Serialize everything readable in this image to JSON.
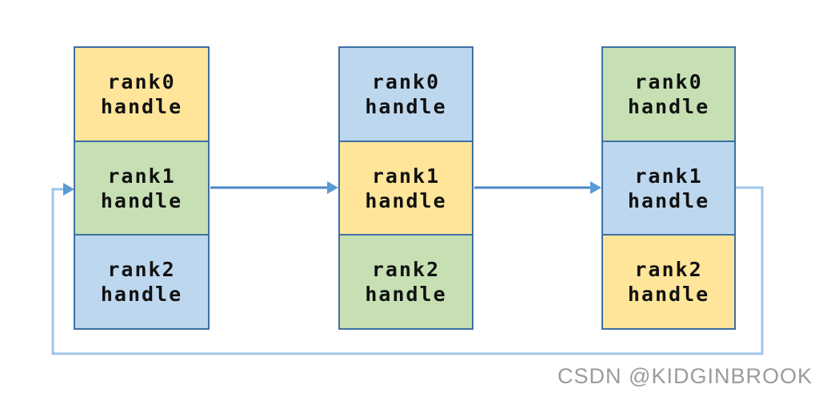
{
  "diagram": {
    "description": "ring-of-node-handle-tables",
    "border_color": "#3e6fa3",
    "connector_color": "#4a86c6",
    "loop_color": "#9fc5e8",
    "arrowhead_color": "#5b9bd5",
    "palette": {
      "yellow": "#ffe599",
      "green": "#c6e0b4",
      "blue": "#bdd7ee"
    },
    "columns": [
      {
        "cells": [
          {
            "rank": "rank0",
            "handle": "handle",
            "color": "#ffe599"
          },
          {
            "rank": "rank1",
            "handle": "handle",
            "color": "#c6e0b4"
          },
          {
            "rank": "rank2",
            "handle": "handle",
            "color": "#bdd7ee"
          }
        ]
      },
      {
        "cells": [
          {
            "rank": "rank0",
            "handle": "handle",
            "color": "#bdd7ee"
          },
          {
            "rank": "rank1",
            "handle": "handle",
            "color": "#ffe599"
          },
          {
            "rank": "rank2",
            "handle": "handle",
            "color": "#c6e0b4"
          }
        ]
      },
      {
        "cells": [
          {
            "rank": "rank0",
            "handle": "handle",
            "color": "#c6e0b4"
          },
          {
            "rank": "rank1",
            "handle": "handle",
            "color": "#bdd7ee"
          },
          {
            "rank": "rank2",
            "handle": "handle",
            "color": "#ffe599"
          }
        ]
      }
    ]
  },
  "watermark": {
    "text": "CSDN @KIDGINBROOK",
    "color": "#9b9b9b"
  }
}
